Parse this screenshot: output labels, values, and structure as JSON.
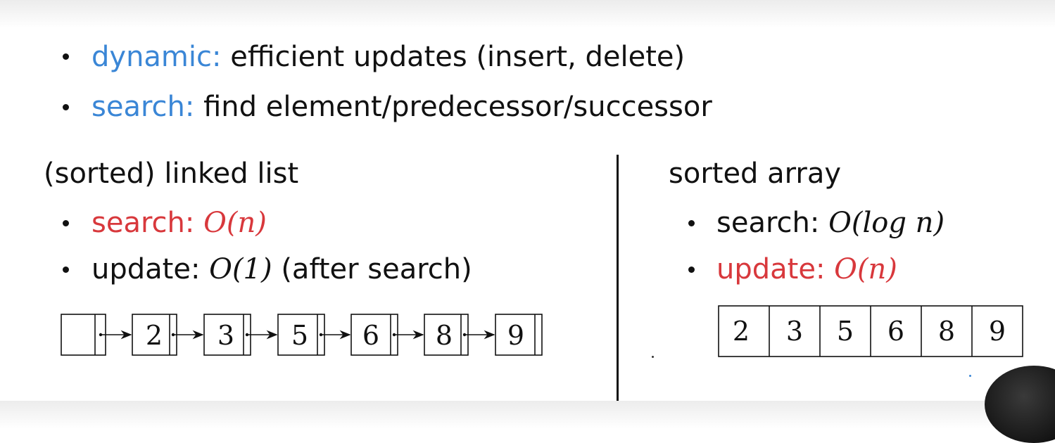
{
  "top_bullets": [
    {
      "keyword": "dynamic:",
      "text": "efficient updates (insert, delete)"
    },
    {
      "keyword": "search:",
      "text": "find element/predecessor/successor"
    }
  ],
  "left": {
    "heading": "(sorted) linked list",
    "items": [
      {
        "label": "search:",
        "math_open": "O",
        "math_arg": "(n)",
        "suffix": ""
      },
      {
        "label": "update:",
        "math_open": "O",
        "math_arg": "(1)",
        "suffix": "(after search)"
      }
    ],
    "list_values": [
      "2",
      "3",
      "5",
      "6",
      "8",
      "9"
    ]
  },
  "right": {
    "heading": "sorted array",
    "items": [
      {
        "label": "search:",
        "math_open": "O",
        "math_arg": "(log n)"
      },
      {
        "label": "update:",
        "math_open": "O",
        "math_arg": "(n)"
      }
    ],
    "array_values": [
      "2",
      "3",
      "5",
      "6",
      "8",
      "9"
    ]
  },
  "colors": {
    "keyword_blue": "#3a86d6",
    "highlight_red": "#d8383c",
    "text": "#111111"
  }
}
